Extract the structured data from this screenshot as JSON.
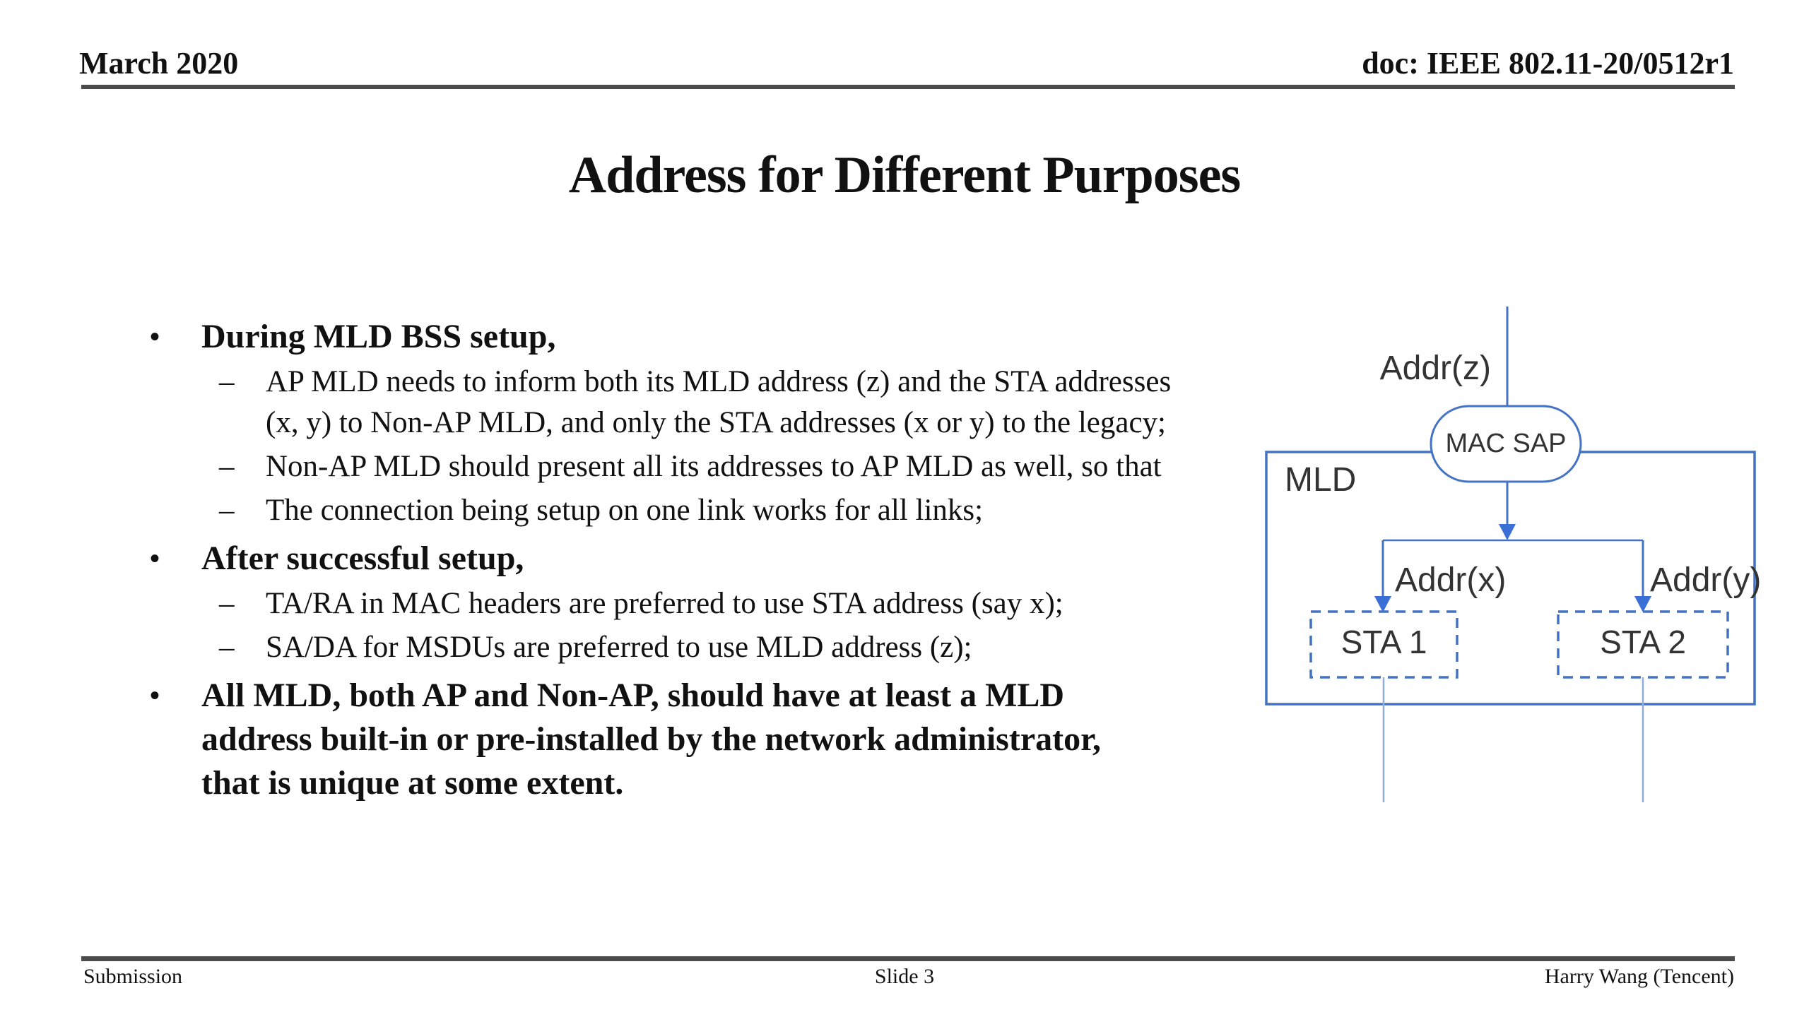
{
  "header": {
    "date": "March 2020",
    "doc": "doc: IEEE 802.11-20/0512r1"
  },
  "title": "Address for Different Purposes",
  "markers": {
    "l1": "•",
    "l2": "–"
  },
  "bullets": [
    {
      "level": 1,
      "text": "During MLD BSS setup,"
    },
    {
      "level": 2,
      "text": "AP MLD needs to inform both its MLD address (z) and the STA addresses (x, y) to Non-AP MLD, and only the STA addresses (x or y) to the legacy;"
    },
    {
      "level": 2,
      "text": "Non-AP MLD should present all its addresses to AP MLD as well, so that"
    },
    {
      "level": 2,
      "text": "The connection being setup on one link works for all links;"
    },
    {
      "level": 1,
      "text": "After successful setup,"
    },
    {
      "level": 2,
      "text": "TA/RA in MAC headers are preferred to use STA address (say x);"
    },
    {
      "level": 2,
      "text": "SA/DA for MSDUs are preferred to use MLD address (z);"
    },
    {
      "level": 1,
      "text": "All MLD, both AP and Non-AP, should have at least a MLD address built-in or pre-installed by the network administrator, that is unique at some extent."
    }
  ],
  "diagram": {
    "labels": {
      "addr_z": "Addr(z)",
      "mac_sap": "MAC SAP",
      "mld": "MLD",
      "addr_x": "Addr(x)",
      "addr_y": "Addr(y)",
      "sta1": "STA 1",
      "sta2": "STA 2"
    },
    "colors": {
      "line": "#4472C4",
      "arrow": "#3A6FD8",
      "tail": "#8FAEDC",
      "text": "#333333"
    }
  },
  "footer": {
    "left": "Submission",
    "center": "Slide 3",
    "right": "Harry Wang (Tencent)"
  }
}
